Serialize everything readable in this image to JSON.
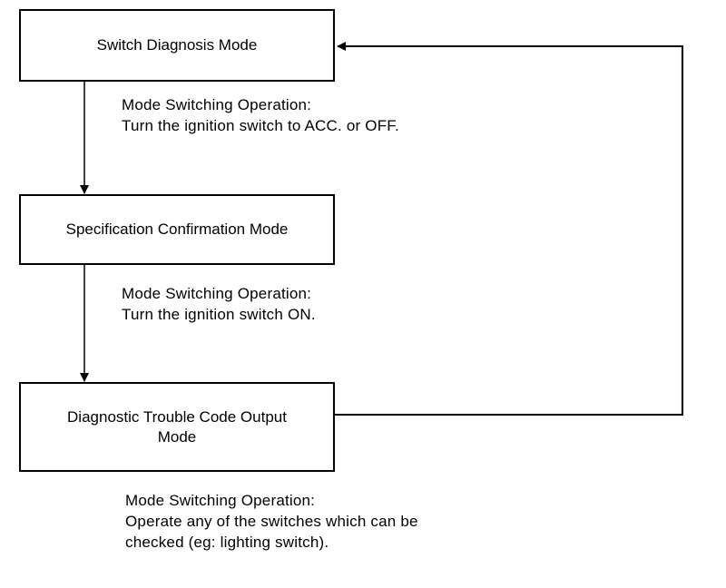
{
  "diagram": {
    "modes": [
      {
        "label": "Switch Diagnosis Mode"
      },
      {
        "label": "Specification Confirmation Mode"
      },
      {
        "label": "Diagnostic Trouble Code Output\nMode"
      }
    ],
    "transitions": [
      {
        "heading": "Mode Switching Operation:",
        "lines": [
          "Turn the ignition switch to ACC. or OFF."
        ]
      },
      {
        "heading": "Mode Switching Operation:",
        "lines": [
          "Turn the ignition switch ON."
        ]
      },
      {
        "heading": "Mode Switching Operation:",
        "lines": [
          "Operate any of the switches which can be",
          "checked (eg: lighting switch)."
        ]
      }
    ]
  }
}
